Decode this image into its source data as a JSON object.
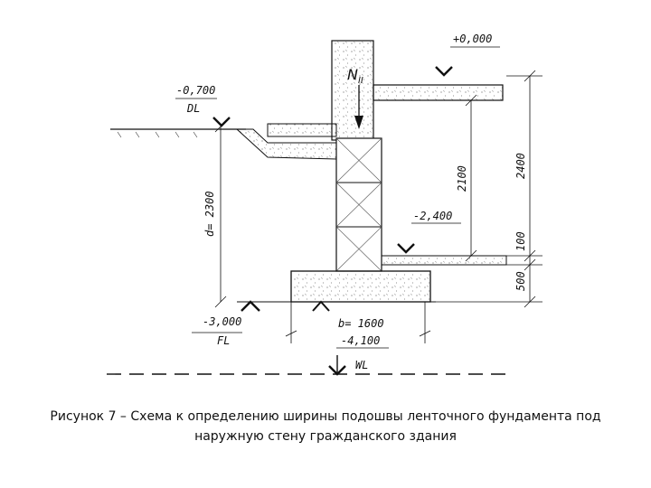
{
  "labels": {
    "level_top": "+0,000",
    "dl_level": "-0,700",
    "dl": "DL",
    "load": "N",
    "load_sub": "II",
    "basement_floor": "-2,400",
    "fl_level": "-3,000",
    "fl": "FL",
    "footing_width": "b= 1600",
    "wl_level": "-4,100",
    "wl": "WL",
    "depth": "d= 2300",
    "dim_2100": "2100",
    "dim_2400": "2400",
    "dim_100": "100",
    "dim_500": "500"
  },
  "caption": {
    "line1": "Рисунок 7 – Схема к определению ширины подошвы ленточного фундамента под",
    "line2": "наружную стену гражданского здания"
  }
}
